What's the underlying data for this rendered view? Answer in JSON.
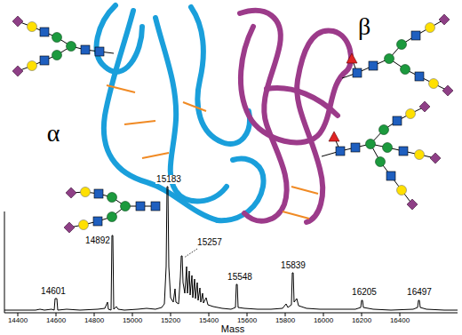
{
  "diagram": {
    "labels": [
      "α",
      "β",
      "14601",
      "14892",
      "15183",
      "15257",
      "15548",
      "15839",
      "16205",
      "16497",
      "14400",
      "14600",
      "14800",
      "15000",
      "15200",
      "15400",
      "15600",
      "15800",
      "16000",
      "16200",
      "16400",
      "Mass"
    ]
  }
}
